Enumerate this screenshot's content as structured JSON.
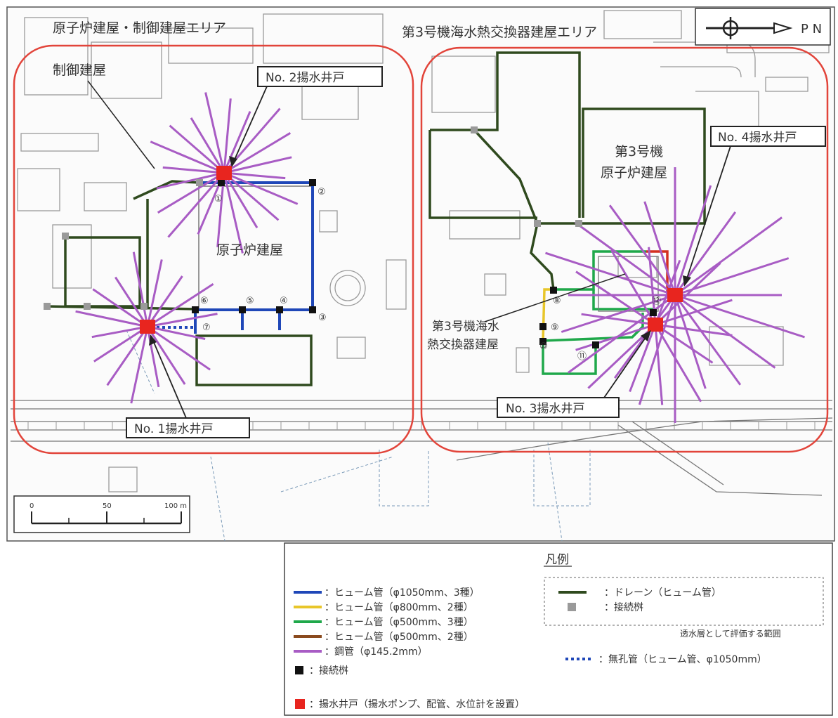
{
  "areas": {
    "left_title": "原子炉建屋・制御建屋エリア",
    "right_title": "第3号機海水熱交換器建屋エリア"
  },
  "north": {
    "label": "P N"
  },
  "buildings": {
    "control": "制御建屋",
    "reactor": "原子炉建屋",
    "unit3_reactor_line1": "第3号機",
    "unit3_reactor_line2": "原子炉建屋",
    "hx_line1": "第3号機海水",
    "hx_line2": "熱交換器建屋"
  },
  "wells": {
    "w1": "No. 1揚水井戸",
    "w2": "No. 2揚水井戸",
    "w3": "No. 3揚水井戸",
    "w4": "No. 4揚水井戸"
  },
  "markers": [
    "①",
    "②",
    "③",
    "④",
    "⑤",
    "⑥",
    "⑦",
    "⑧",
    "⑨",
    "⑩",
    "⑪",
    "⑫"
  ],
  "scale": {
    "t0": "0",
    "t1": "50",
    "t2": "100 m"
  },
  "legend": {
    "title": "凡例",
    "items": [
      {
        "color": "#1f47b8",
        "label": "：ヒューム管（φ1050mm、3種）"
      },
      {
        "color": "#e8c62a",
        "label": "：ヒューム管（φ800mm、2種）"
      },
      {
        "color": "#1fa84a",
        "label": "：ヒューム管（φ500mm、3種）"
      },
      {
        "color": "#8a4a1e",
        "label": "：ヒューム管（φ500mm、2種）"
      },
      {
        "color": "#a85cc4",
        "label": "：鋼管（φ145.2mm）"
      }
    ],
    "connector": "：接続桝",
    "well": "：揚水井戸（揚水ポンプ、配管、水位計を設置）",
    "drain": "：ドレーン（ヒューム管）",
    "drain_connector": "：接続桝",
    "permeable": "透水層として評価する範囲",
    "nonperforated": "：無孔管（ヒューム管、φ1050mm）",
    "colors": {
      "drain": "#2f4a1e",
      "drain_connector": "#9a9a9a",
      "connector": "#111111",
      "well": "#e8251f",
      "nonperforated": "#1f47b8"
    }
  }
}
